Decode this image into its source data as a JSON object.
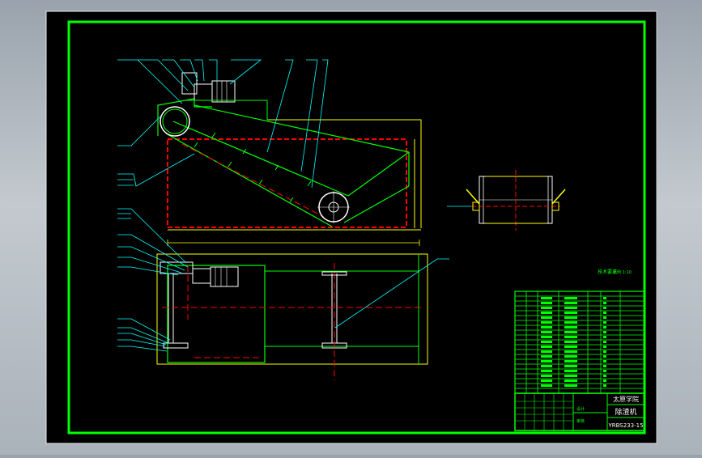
{
  "title_block": {
    "school": "太原学院",
    "drawing_name": "除渣机",
    "drawing_number": "YRBS233-15",
    "label_design": "设计",
    "label_check": "审核"
  },
  "notes": {
    "tech_requirements": "技术要求",
    "scale_note": "比例 1:10"
  },
  "colors": {
    "background": "#000000",
    "frame": "#00ff00",
    "outline": "#ffff00",
    "leader": "#00ffff",
    "hidden": "#ff0000",
    "text": "#ffffff"
  }
}
